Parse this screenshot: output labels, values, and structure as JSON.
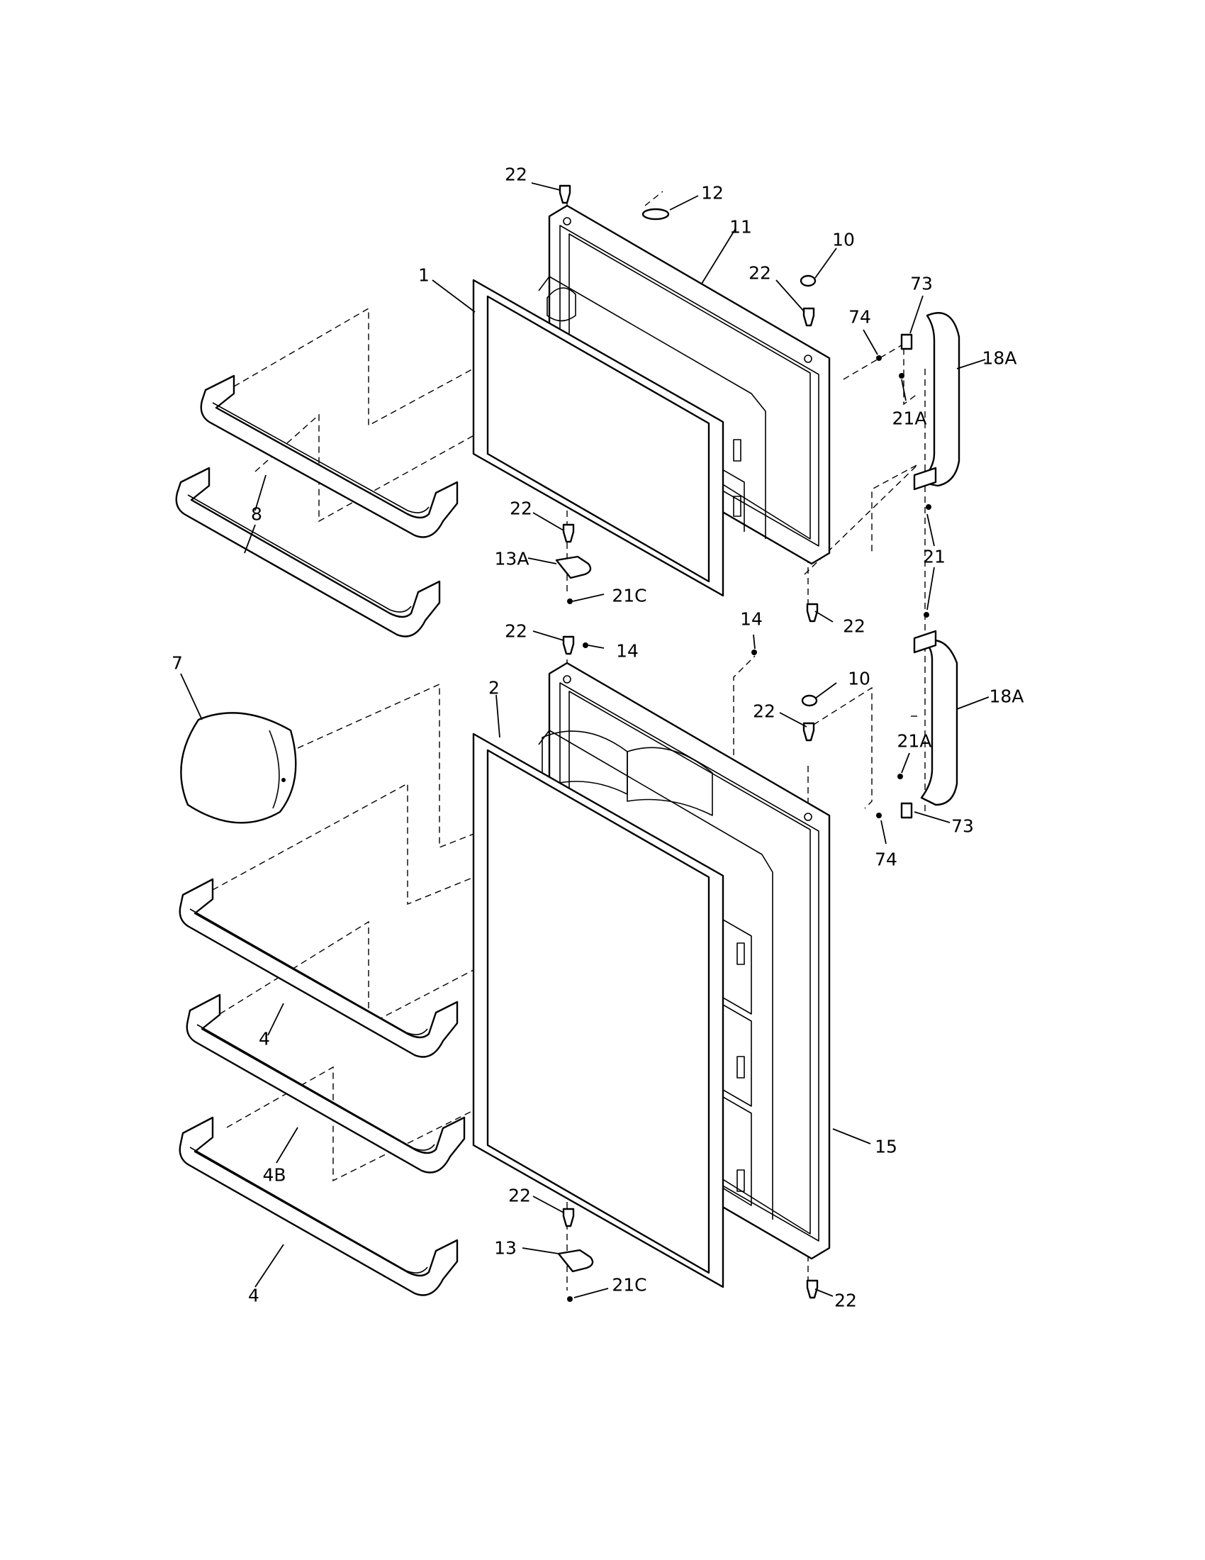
{
  "callouts": [
    {
      "id": "22-freezer-top",
      "text": "22"
    },
    {
      "id": "12",
      "text": "12"
    },
    {
      "id": "11",
      "text": "11"
    },
    {
      "id": "10-upper",
      "text": "10"
    },
    {
      "id": "22-freezer-right",
      "text": "22"
    },
    {
      "id": "1",
      "text": "1"
    },
    {
      "id": "73-upper",
      "text": "73"
    },
    {
      "id": "74-upper",
      "text": "74"
    },
    {
      "id": "18A-upper",
      "text": "18A"
    },
    {
      "id": "21A-upper",
      "text": "21A"
    },
    {
      "id": "8",
      "text": "8"
    },
    {
      "id": "22-freezer-hinge",
      "text": "22"
    },
    {
      "id": "13A",
      "text": "13A"
    },
    {
      "id": "21C-upper",
      "text": "21C"
    },
    {
      "id": "21",
      "text": "21"
    },
    {
      "id": "22-freezer-bottom",
      "text": "22"
    },
    {
      "id": "14-right",
      "text": "14"
    },
    {
      "id": "22-fresh-top",
      "text": "22"
    },
    {
      "id": "14-left",
      "text": "14"
    },
    {
      "id": "7",
      "text": "7"
    },
    {
      "id": "2",
      "text": "2"
    },
    {
      "id": "10-lower",
      "text": "10"
    },
    {
      "id": "18A-lower",
      "text": "18A"
    },
    {
      "id": "22-fresh-right",
      "text": "22"
    },
    {
      "id": "21A-lower",
      "text": "21A"
    },
    {
      "id": "73-lower",
      "text": "73"
    },
    {
      "id": "74-lower",
      "text": "74"
    },
    {
      "id": "4-upper",
      "text": "4"
    },
    {
      "id": "4B",
      "text": "4B"
    },
    {
      "id": "15",
      "text": "15"
    },
    {
      "id": "22-fresh-hinge",
      "text": "22"
    },
    {
      "id": "13",
      "text": "13"
    },
    {
      "id": "21C-lower",
      "text": "21C"
    },
    {
      "id": "22-fresh-bottom",
      "text": "22"
    },
    {
      "id": "4-lower",
      "text": "4"
    }
  ]
}
